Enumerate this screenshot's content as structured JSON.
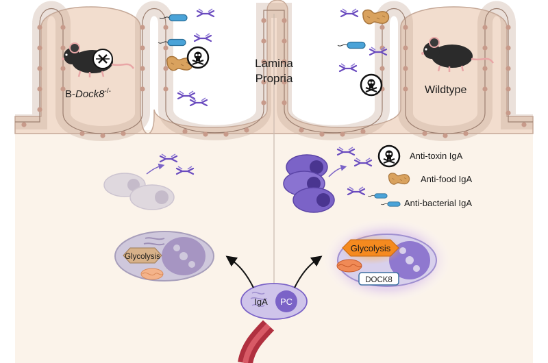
{
  "center_label": {
    "line1": "Lamina",
    "line2": "Propria"
  },
  "left": {
    "mouse_label_prefix": "B-",
    "mouse_label_gene": "Dock8",
    "mouse_label_suffix": "-/-",
    "glycolysis": "Glycolysis"
  },
  "right": {
    "mouse_label": "Wildtype",
    "glycolysis": "Glycolysis",
    "dock8": "DOCK8",
    "legend": {
      "toxin": "Anti-toxin IgA",
      "food": "Anti-food IgA",
      "bacterial": "Anti-bacterial IgA"
    }
  },
  "bottom_cell": {
    "left_text": "IgA",
    "right_text": "PC"
  },
  "colors": {
    "background": "#fbf3ea",
    "epithelium": "#f2ddce",
    "epithelium_line": "#c5a897",
    "nucleus": "#c79a8a",
    "plasma_cell": "#7b63c7",
    "plasma_cell_light": "#c9c2d6",
    "glycolysis": "#f58a1f",
    "igA": "#6a4bbf",
    "bacteria": "#4aa3d8",
    "peanut": "#d9a25e",
    "vessel": "#b0303f"
  }
}
